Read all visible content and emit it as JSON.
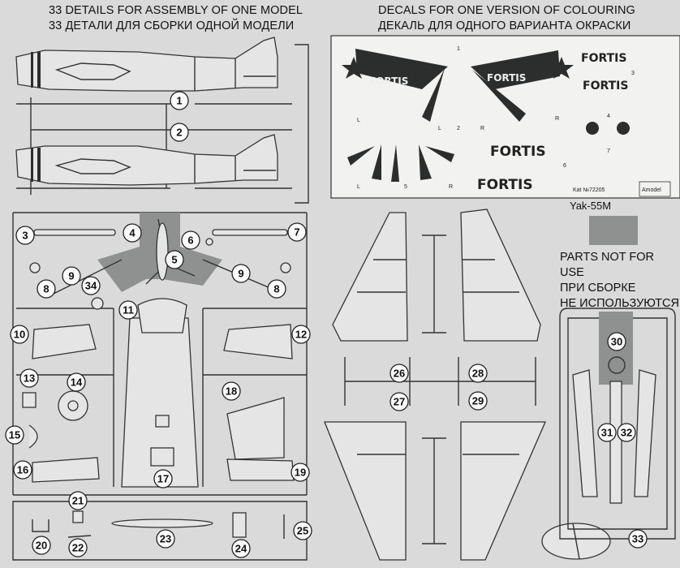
{
  "header": {
    "assembly_en": "33 DETAILS FOR ASSEMBLY OF ONE MODEL",
    "assembly_ru": "33 ДЕТАЛИ ДЛЯ СБОРКИ ОДНОЙ МОДЕЛИ",
    "decals_en": "DECALS FOR ONE VERSION OF COLOURING",
    "decals_ru": "ДЕКАЛЬ ДЛЯ ОДНОГО ВАРИАНТА ОКРАСКИ"
  },
  "decal_sheet": {
    "brand": "FORTIS",
    "kat": "Kat №72205",
    "model": "Yak-55M",
    "maker": "Amodel",
    "numbers": [
      "1",
      "2",
      "3",
      "4",
      "5",
      "6",
      "7"
    ],
    "side_letters": [
      "L",
      "R"
    ]
  },
  "parts_not_for_use": {
    "en": "PARTS NOT FOR USE",
    "ru1": "ПРИ СБОРКЕ",
    "ru2": "НЕ ИСПОЛЬЗУЮТСЯ"
  },
  "part_numbers": [
    "1",
    "2",
    "3",
    "4",
    "5",
    "6",
    "7",
    "8",
    "9",
    "10",
    "11",
    "12",
    "13",
    "14",
    "15",
    "16",
    "17",
    "18",
    "19",
    "20",
    "21",
    "22",
    "23",
    "24",
    "25",
    "26",
    "27",
    "28",
    "29",
    "30",
    "31",
    "32",
    "33",
    "34"
  ],
  "colors": {
    "paper": "#d9dad9",
    "ink": "#2c2e2d",
    "grey_plastic": "#8f9190"
  }
}
